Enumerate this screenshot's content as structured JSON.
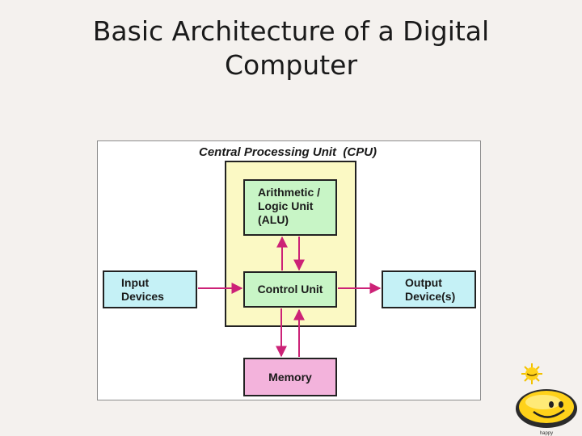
{
  "slide": {
    "title_line1": "Basic Architecture of a Digital",
    "title_line2": "Computer"
  },
  "diagram": {
    "cpu_label": "Central Processing Unit  (CPU)",
    "alu": {
      "line1": "Arithmetic /",
      "line2": "Logic Unit",
      "line3": "(ALU)"
    },
    "control_unit": "Control Unit",
    "input": {
      "line1": "Input",
      "line2": "Devices"
    },
    "output": {
      "line1": "Output",
      "line2": "Device(s)"
    },
    "memory": "Memory"
  },
  "logo": {
    "text": "happy"
  },
  "colors": {
    "background": "#f4f1ee",
    "cpu_fill": "#fbf9c4",
    "unit_fill": "#c8f5c6",
    "io_fill": "#c5f1f6",
    "memory_fill": "#f3b3dc",
    "arrow": "#cc2277"
  }
}
